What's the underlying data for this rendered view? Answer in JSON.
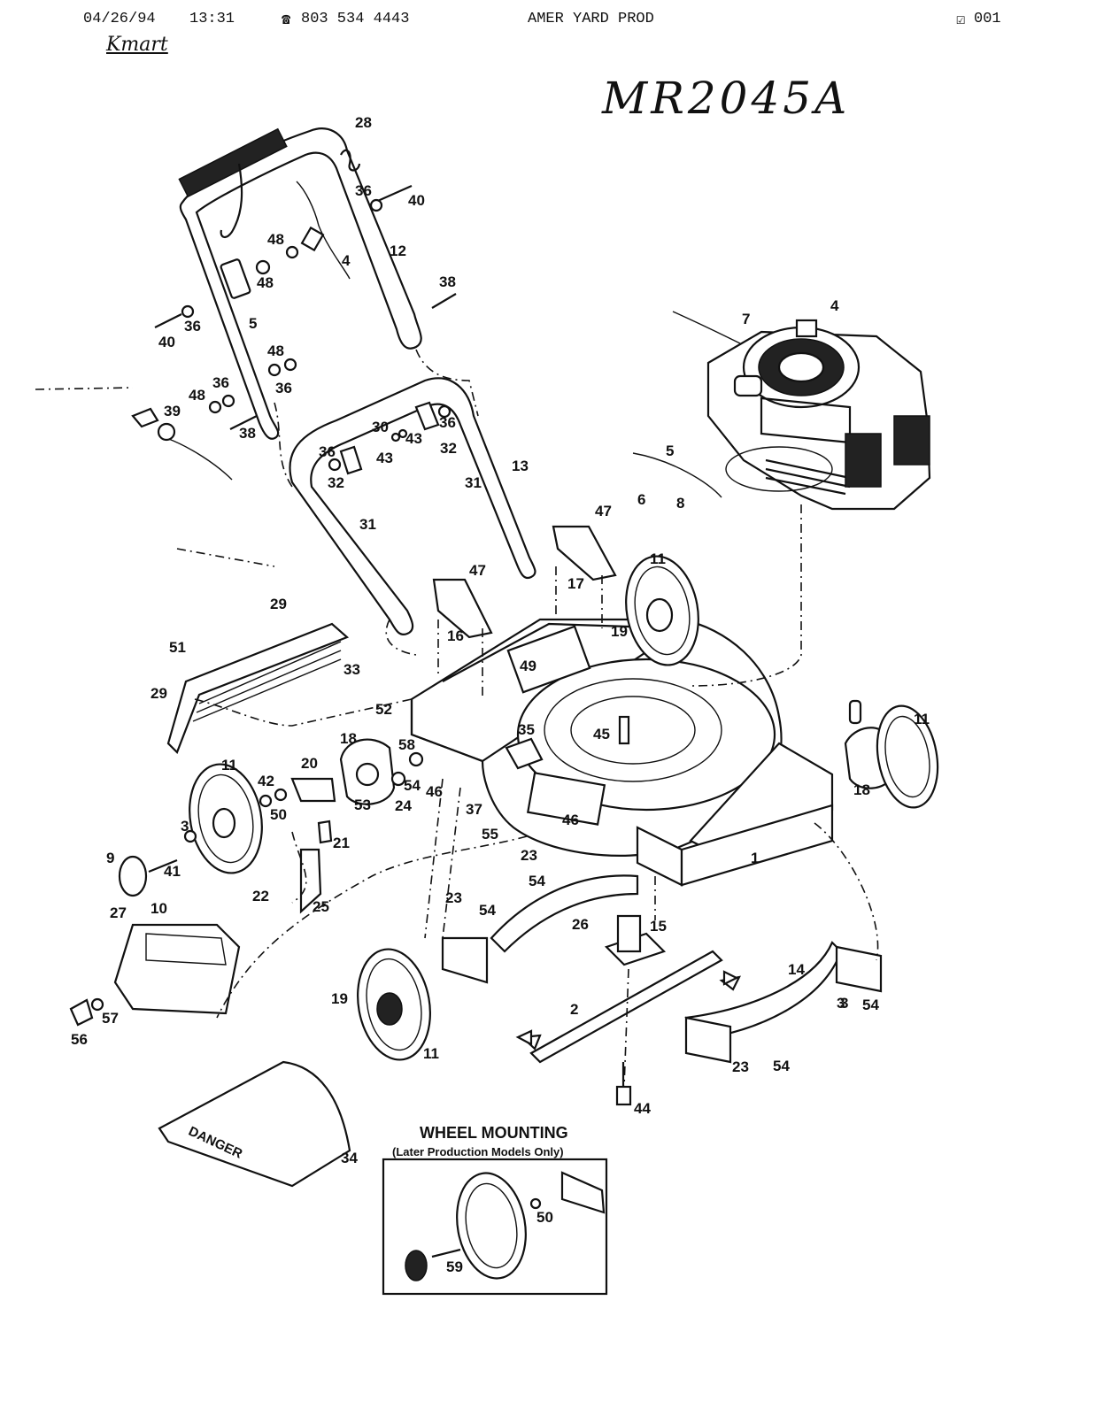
{
  "fax_header": {
    "date": "04/26/94",
    "time": "13:31",
    "phone": "803 534 4443",
    "sender": "AMER YARD PROD",
    "page": "001"
  },
  "handwritten": {
    "store": "Kmart",
    "model": "MR2045A"
  },
  "inset": {
    "title": "WHEEL MOUNTING",
    "subtitle": "(Later Production Models Only)"
  },
  "stamp_text": "DANGER",
  "parts_callouts": [
    "1",
    "2",
    "3",
    "3",
    "3",
    "4",
    "4",
    "5",
    "5",
    "6",
    "7",
    "8",
    "9",
    "10",
    "11",
    "11",
    "11",
    "11",
    "12",
    "13",
    "14",
    "15",
    "16",
    "17",
    "18",
    "18",
    "19",
    "19",
    "20",
    "21",
    "22",
    "23",
    "23",
    "23",
    "24",
    "25",
    "26",
    "27",
    "28",
    "29",
    "29",
    "30",
    "31",
    "31",
    "32",
    "32",
    "33",
    "34",
    "35",
    "36",
    "36",
    "36",
    "36",
    "36",
    "36",
    "37",
    "38",
    "38",
    "39",
    "40",
    "40",
    "41",
    "42",
    "43",
    "43",
    "44",
    "45",
    "46",
    "46",
    "47",
    "47",
    "48",
    "48",
    "48",
    "48",
    "49",
    "50",
    "50",
    "51",
    "52",
    "53",
    "54",
    "54",
    "54",
    "54",
    "54",
    "55",
    "56",
    "57",
    "58",
    "59"
  ]
}
